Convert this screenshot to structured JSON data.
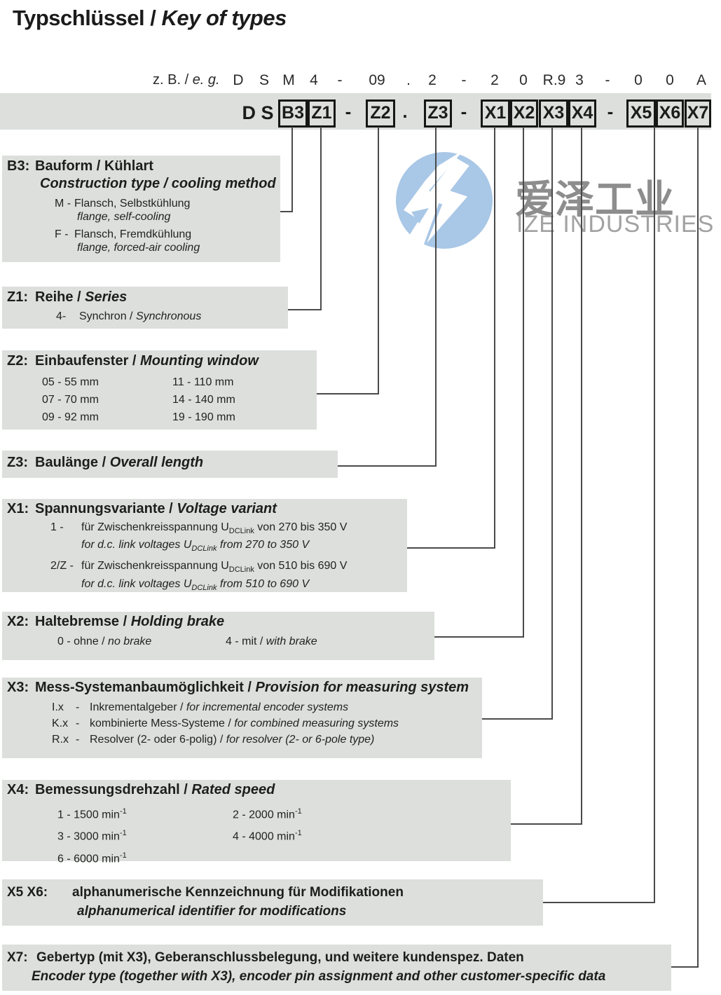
{
  "colors": {
    "block_bg": "#dcdfdc",
    "line_color": "#4a4a4a",
    "logo_blue": "#a9c7e6",
    "watermark_gray": "#8d8d8d"
  },
  "title": {
    "de": "Typschlüssel",
    "sep": " / ",
    "en": "Key of types"
  },
  "example": {
    "label_de": "z. B. / ",
    "label_en": "e. g.",
    "tokens": [
      "D",
      "S",
      "M",
      "4",
      "-",
      "09",
      ".",
      "2",
      "-",
      "2",
      "0",
      "R.9",
      "3",
      "-",
      "0",
      "0",
      "A"
    ]
  },
  "band": {
    "prefix": "D S",
    "boxes": [
      "B3",
      "Z1",
      "Z2",
      "Z3",
      "X1",
      "X2",
      "X3",
      "X4",
      "X5",
      "X6",
      "X7"
    ],
    "seps": [
      "-",
      ".",
      "-",
      "-"
    ]
  },
  "watermark": {
    "cn": "爱泽工业",
    "en": "IZE INDUSTRIES"
  },
  "blocks": {
    "b3": {
      "id": "B3:",
      "title_de": "Bauform / Kühlart",
      "title_en": "Construction type / cooling method",
      "items": [
        {
          "code": "M -",
          "de": "Flansch, Selbstkühlung",
          "en": "flange, self-cooling"
        },
        {
          "code": "F -",
          "de": "Flansch, Fremdkühlung",
          "en": "flange, forced-air cooling"
        }
      ]
    },
    "z1": {
      "id": "Z1:",
      "title_de": "Reihe / ",
      "title_en": "Series",
      "item_code": "4-",
      "item_de": "Synchron / ",
      "item_en": "Synchronous"
    },
    "z2": {
      "id": "Z2:",
      "title_de": "Einbaufenster / ",
      "title_en": "Mounting window",
      "col1": [
        "05 - 55 mm",
        "07 - 70 mm",
        "09 - 92 mm"
      ],
      "col2": [
        "11 - 110 mm",
        "14 - 140 mm",
        "19 - 190 mm"
      ]
    },
    "z3": {
      "id": "Z3:",
      "title_de": "Baulänge / ",
      "title_en": "Overall length"
    },
    "x1": {
      "id": "X1:",
      "title_de": "Spannungsvariante / ",
      "title_en": "Voltage variant",
      "items": [
        {
          "code": "1 -",
          "de_pre": "für Zwischenkreisspannung U",
          "sub": "DCLink",
          "de_post": " von 270 bis 350 V",
          "en_pre": "for d.c. link voltages U",
          "en_post": " from 270 to 350 V"
        },
        {
          "code": "2/Z -",
          "de_pre": "für Zwischenkreisspannung U",
          "sub": "DCLink",
          "de_post": " von 510 bis 690 V",
          "en_pre": "for d.c. link voltages U",
          "en_post": " from 510 to 690 V"
        }
      ]
    },
    "x2": {
      "id": "X2:",
      "title_de": "Haltebremse / ",
      "title_en": "Holding brake",
      "left_de": "0 -  ohne / ",
      "left_en": "no brake",
      "right_de": "4 - mit / ",
      "right_en": "with brake"
    },
    "x3": {
      "id": "X3:",
      "title_de": "Mess-Systemanbaumöglichkeit / ",
      "title_en": "Provision for measuring system",
      "items": [
        {
          "code": "I.x",
          "dash": "-",
          "de": "Inkrementalgeber  / ",
          "en": "for incremental encoder systems"
        },
        {
          "code": "K.x",
          "dash": "-",
          "de": "kombinierte Mess-Systeme / ",
          "en": "for combined measuring systems"
        },
        {
          "code": "R.x",
          "dash": "-",
          "de": "Resolver (2- oder 6-polig) / ",
          "en": "for resolver (2- or 6-pole type)"
        }
      ]
    },
    "x4": {
      "id": "X4:",
      "title_de": "Bemessungsdrehzahl / ",
      "title_en": "Rated speed",
      "col1": [
        "1 -  1500 min",
        "3 -  3000 min",
        "6 -  6000 min"
      ],
      "col2": [
        "2 -  2000 min",
        "4 -  4000 min"
      ],
      "sup": "-1"
    },
    "x56": {
      "id": "X5 X6:",
      "line_de": "alphanumerische Kennzeichnung für Modifikationen",
      "line_en": "alphanumerical identifier for modifications"
    },
    "x7": {
      "id": "X7:",
      "line_de": "Gebertyp (mit X3), Geberanschlussbelegung, und weitere kundenspez. Daten",
      "line_en": "Encoder type  (together with  X3), encoder pin assignment and other customer-specific data"
    }
  }
}
